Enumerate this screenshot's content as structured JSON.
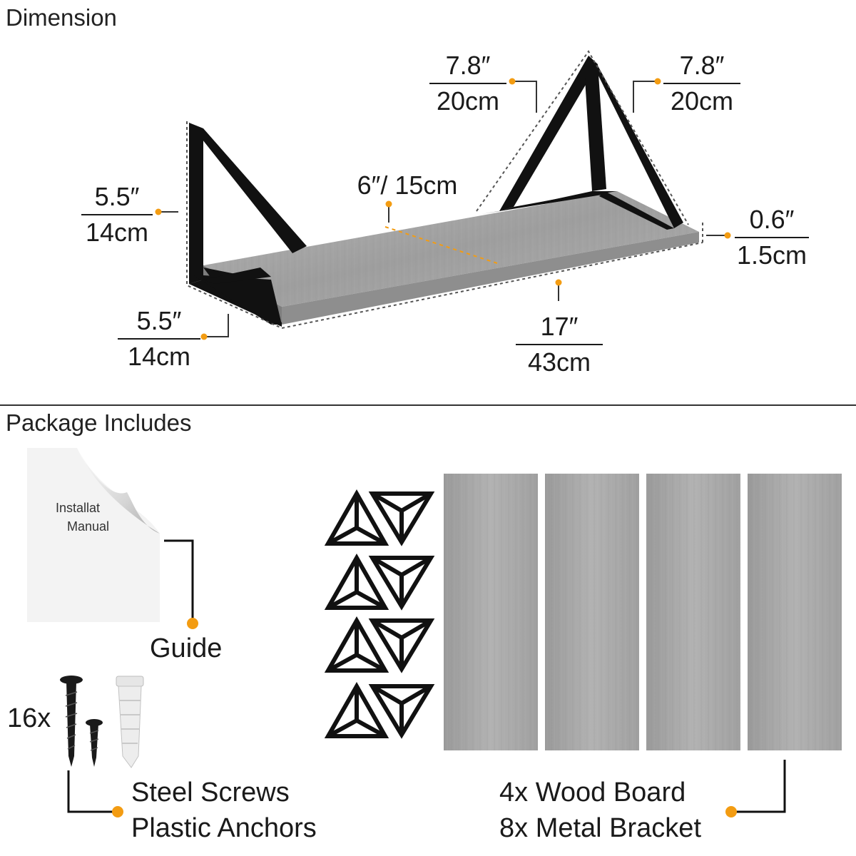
{
  "sections": {
    "dimension_title": "Dimension",
    "package_title": "Package Includes"
  },
  "dimensions": {
    "left_bracket_height": {
      "imperial": "5.5″",
      "metric": "14cm"
    },
    "left_bracket_depth": {
      "imperial": "5.5″",
      "metric": "14cm"
    },
    "bracket_side_left": {
      "imperial": "7.8″",
      "metric": "20cm"
    },
    "bracket_side_right": {
      "imperial": "7.8″",
      "metric": "20cm"
    },
    "board_depth": "6″/ 15cm",
    "board_thickness": {
      "imperial": "0.6″",
      "metric": "1.5cm"
    },
    "board_length": {
      "imperial": "17″",
      "metric": "43cm"
    }
  },
  "package": {
    "manual_text_line1": "Installat",
    "manual_text_line2": "Manual",
    "guide_label": "Guide",
    "screw_count": "16x",
    "screws_label_line1": "Steel Screws",
    "screws_label_line2": "Plastic Anchors",
    "boards_label_line1": "4x Wood Board",
    "brackets_label_line2": "8x Metal Bracket"
  },
  "colors": {
    "accent_dot": "#f39c12",
    "bracket": "#111111",
    "wood": "#a8a8a8",
    "text": "#1a1a1a"
  }
}
